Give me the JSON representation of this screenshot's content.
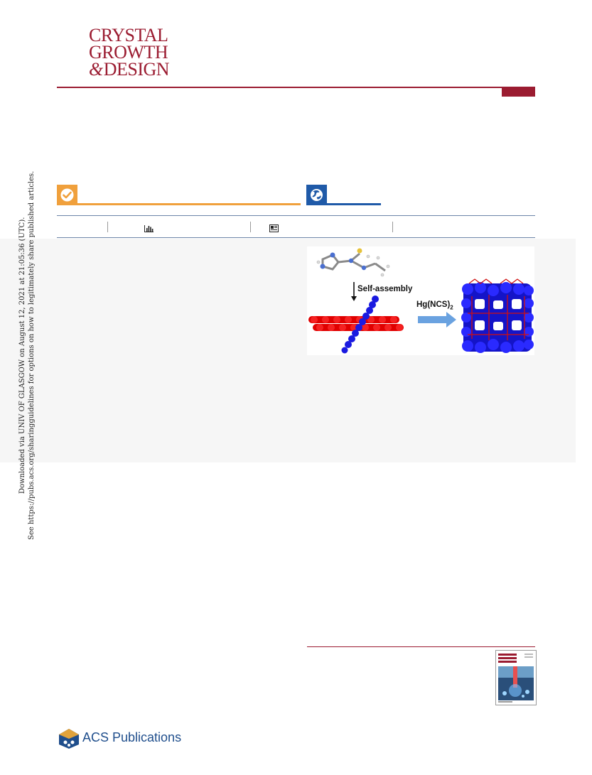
{
  "journal": {
    "name_line1": "CRYSTAL",
    "name_line2": "GROWTH",
    "name_amp": "&",
    "name_line3": "DESIGN"
  },
  "badges": [
    {
      "name": "check-badge",
      "color": "#f0a03c",
      "icon": "check-circle-icon"
    },
    {
      "name": "open-access-badge",
      "color": "#1f5aa8",
      "icon": "globe-icon"
    }
  ],
  "metrics_bar": {
    "icons": [
      "bar-chart-icon",
      "article-icon"
    ]
  },
  "graphic": {
    "label_self_assembly": "Self-assembly",
    "label_reagent": "Hg(NCS)",
    "label_reagent_subscript": "2"
  },
  "download_note": {
    "line1": "Downloaded via UNIV OF GLASGOW on August 12, 2021 at 21:05:36 (UTC).",
    "line2": "See https://pubs.acs.org/sharingguidelines for options on how to legitimately share published articles."
  },
  "publisher": {
    "name": "ACS Publications"
  },
  "colors": {
    "journal_red": "#9b1c31",
    "accent_orange": "#f0a03c",
    "accent_blue": "#1f5aa8",
    "abstract_background": "#f6f6f6"
  }
}
